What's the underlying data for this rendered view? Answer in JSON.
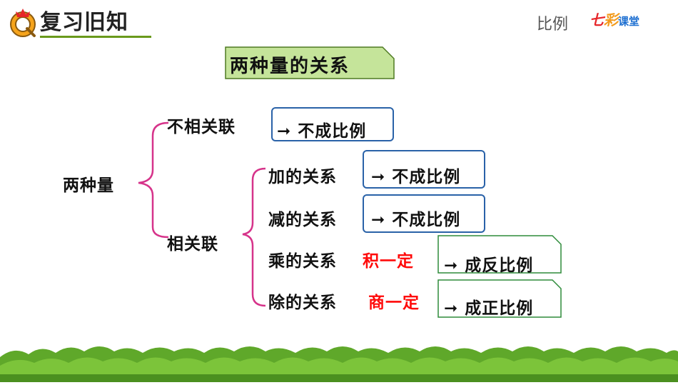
{
  "header": {
    "title": "复习旧知",
    "topic": "比例",
    "brand": {
      "part1": "七",
      "part2": "彩",
      "part3": "课堂"
    },
    "icon": "owl-icon"
  },
  "banner": {
    "title": "两种量的关系"
  },
  "tree": {
    "root": "两种量",
    "branch_unrelated": {
      "label": "不相关联",
      "result": "不成比例"
    },
    "branch_related": {
      "label": "相关联",
      "items": [
        {
          "label": "加的关系",
          "condition": "",
          "result": "不成比例"
        },
        {
          "label": "减的关系",
          "condition": "",
          "result": "不成比例"
        },
        {
          "label": "乘的关系",
          "condition": "积一定",
          "result": "成反比例"
        },
        {
          "label": "除的关系",
          "condition": "商一定",
          "result": "成正比例"
        }
      ]
    },
    "arrow_glyph": "➞"
  },
  "colors": {
    "accent_green": "#6a9a1c",
    "banner_fill": "#c5e49a",
    "brace_pink": "#d6338a",
    "box_blue": "#2a62a8",
    "box_green": "#2e8b3a",
    "highlight_red": "#ff0a0a"
  },
  "decoration": {
    "footer": "grass-strip"
  }
}
